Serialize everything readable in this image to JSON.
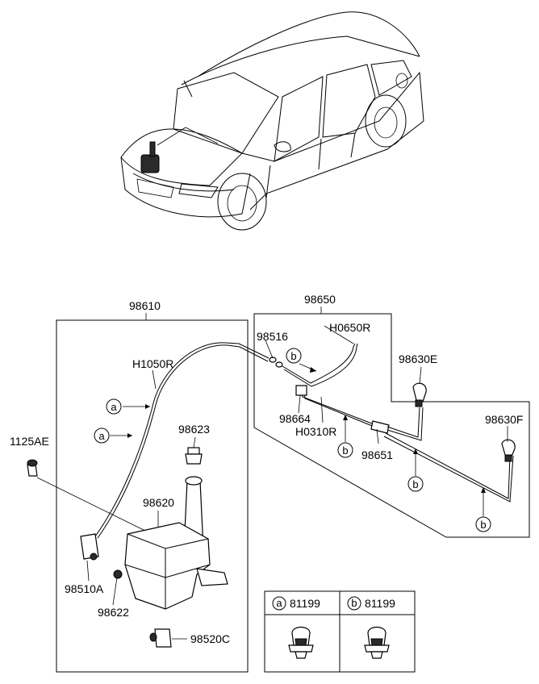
{
  "labels": {
    "assembly_98610": "98610",
    "assembly_98650": "98650",
    "hose_h1050r": "H1050R",
    "hose_h0650r": "H0650R",
    "hose_h0310r": "H0310R",
    "part_98516": "98516",
    "part_98664": "98664",
    "part_98651": "98651",
    "part_98630e": "98630E",
    "part_98630f": "98630F",
    "part_98623": "98623",
    "part_98620": "98620",
    "part_98622": "98622",
    "part_98510a": "98510A",
    "part_98520c": "98520C",
    "bolt_1125ae": "1125AE"
  },
  "callouts": {
    "a": "a",
    "b": "b"
  },
  "legend": {
    "a_letter": "a",
    "a_part": "81199",
    "b_letter": "b",
    "b_part": "81199"
  }
}
